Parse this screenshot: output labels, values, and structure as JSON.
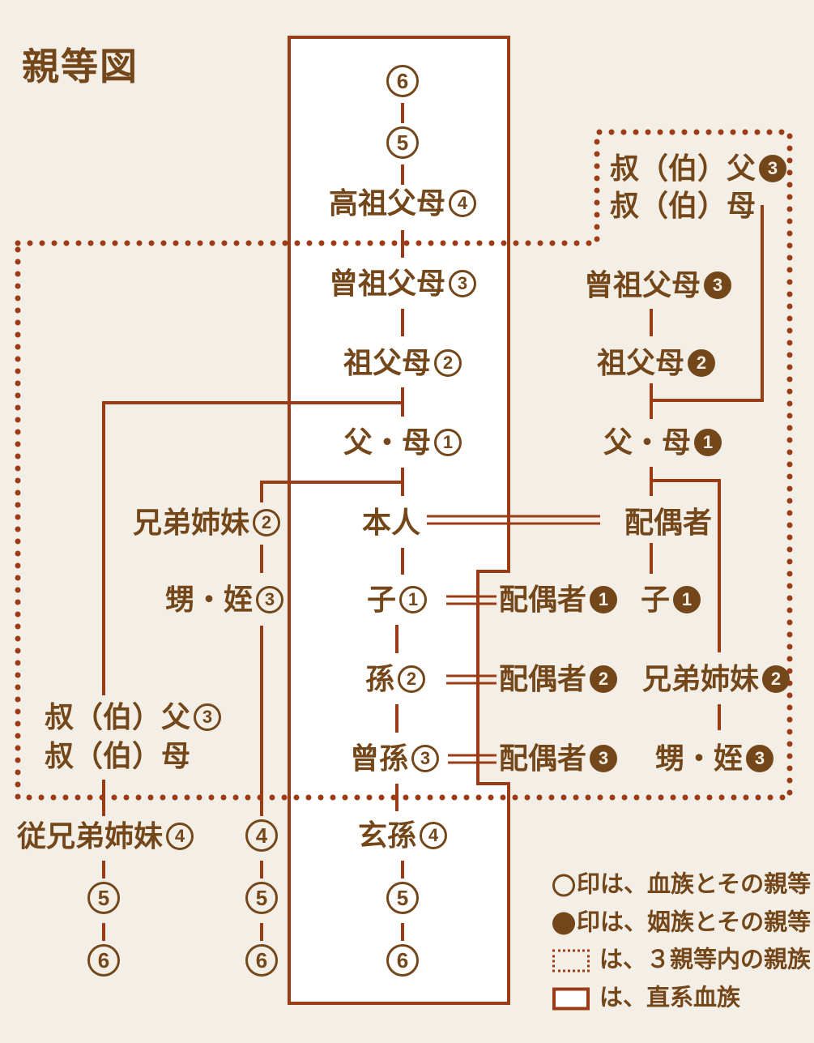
{
  "title": "親等図",
  "colors": {
    "background": "#F4EFE6",
    "direct_line_box_fill": "#FFFFFF",
    "line_and_border": "#9C3C16",
    "text": "#74471A"
  },
  "nodes": [
    {
      "id": "deg6_top",
      "label": "",
      "degree": 6,
      "degree_style": "open"
    },
    {
      "id": "deg5_top",
      "label": "",
      "degree": 5,
      "degree_style": "open"
    },
    {
      "id": "kosofubo",
      "label": "高祖父母",
      "degree": 4,
      "degree_style": "open"
    },
    {
      "id": "sosofubo",
      "label": "曾祖父母",
      "degree": 3,
      "degree_style": "open"
    },
    {
      "id": "sofubo",
      "label": "祖父母",
      "degree": 2,
      "degree_style": "open"
    },
    {
      "id": "fubo",
      "label": "父・母",
      "degree": 1,
      "degree_style": "open"
    },
    {
      "id": "honnin",
      "label": "本人",
      "degree": null,
      "degree_style": null
    },
    {
      "id": "ko",
      "label": "子",
      "degree": 1,
      "degree_style": "open"
    },
    {
      "id": "mago",
      "label": "孫",
      "degree": 2,
      "degree_style": "open"
    },
    {
      "id": "himago",
      "label": "曾孫",
      "degree": 3,
      "degree_style": "open"
    },
    {
      "id": "genson",
      "label": "玄孫",
      "degree": 4,
      "degree_style": "open"
    },
    {
      "id": "deg5_bottom",
      "label": "",
      "degree": 5,
      "degree_style": "open"
    },
    {
      "id": "deg6_bottom",
      "label": "",
      "degree": 6,
      "degree_style": "open"
    },
    {
      "id": "kyodai",
      "label": "兄弟姉妹",
      "degree": 2,
      "degree_style": "open"
    },
    {
      "id": "oimei",
      "label": "甥・姪",
      "degree": 3,
      "degree_style": "open"
    },
    {
      "id": "oji_l",
      "label": "叔（伯）父",
      "degree": 3,
      "degree_style": "open"
    },
    {
      "id": "oba_l",
      "label": "叔（伯）母",
      "degree": null,
      "degree_style": null
    },
    {
      "id": "itoko",
      "label": "従兄弟姉妹",
      "degree": 4,
      "degree_style": "open"
    },
    {
      "id": "deg4_l2",
      "label": "",
      "degree": 4,
      "degree_style": "open"
    },
    {
      "id": "deg5_l1",
      "label": "",
      "degree": 5,
      "degree_style": "open"
    },
    {
      "id": "deg5_l2",
      "label": "",
      "degree": 5,
      "degree_style": "open"
    },
    {
      "id": "deg6_l1",
      "label": "",
      "degree": 6,
      "degree_style": "open"
    },
    {
      "id": "deg6_l2",
      "label": "",
      "degree": 6,
      "degree_style": "open"
    },
    {
      "id": "oji_r",
      "label": "叔（伯）父",
      "degree": 3,
      "degree_style": "filled"
    },
    {
      "id": "oba_r",
      "label": "叔（伯）母",
      "degree": null,
      "degree_style": null
    },
    {
      "id": "sosofubo_r",
      "label": "曾祖父母",
      "degree": 3,
      "degree_style": "filled"
    },
    {
      "id": "sofubo_r",
      "label": "祖父母",
      "degree": 2,
      "degree_style": "filled"
    },
    {
      "id": "fubo_r",
      "label": "父・母",
      "degree": 1,
      "degree_style": "filled"
    },
    {
      "id": "haigusha",
      "label": "配偶者",
      "degree": null,
      "degree_style": null
    },
    {
      "id": "haigusha1",
      "label": "配偶者",
      "degree": 1,
      "degree_style": "filled"
    },
    {
      "id": "ko_r",
      "label": "子",
      "degree": 1,
      "degree_style": "filled"
    },
    {
      "id": "haigusha2",
      "label": "配偶者",
      "degree": 2,
      "degree_style": "filled"
    },
    {
      "id": "kyodai_r",
      "label": "兄弟姉妹",
      "degree": 2,
      "degree_style": "filled"
    },
    {
      "id": "haigusha3",
      "label": "配偶者",
      "degree": 3,
      "degree_style": "filled"
    },
    {
      "id": "oimei_r",
      "label": "甥・姪",
      "degree": 3,
      "degree_style": "filled"
    }
  ],
  "legend": {
    "items": [
      {
        "marker": "open-circle",
        "text": "印は、血族とその親等"
      },
      {
        "marker": "filled-circle",
        "text": "印は、姻族とその親等"
      },
      {
        "marker": "dotted-box",
        "text": "は、３親等内の親族"
      },
      {
        "marker": "solid-box",
        "text": "は、直系血族"
      }
    ]
  }
}
